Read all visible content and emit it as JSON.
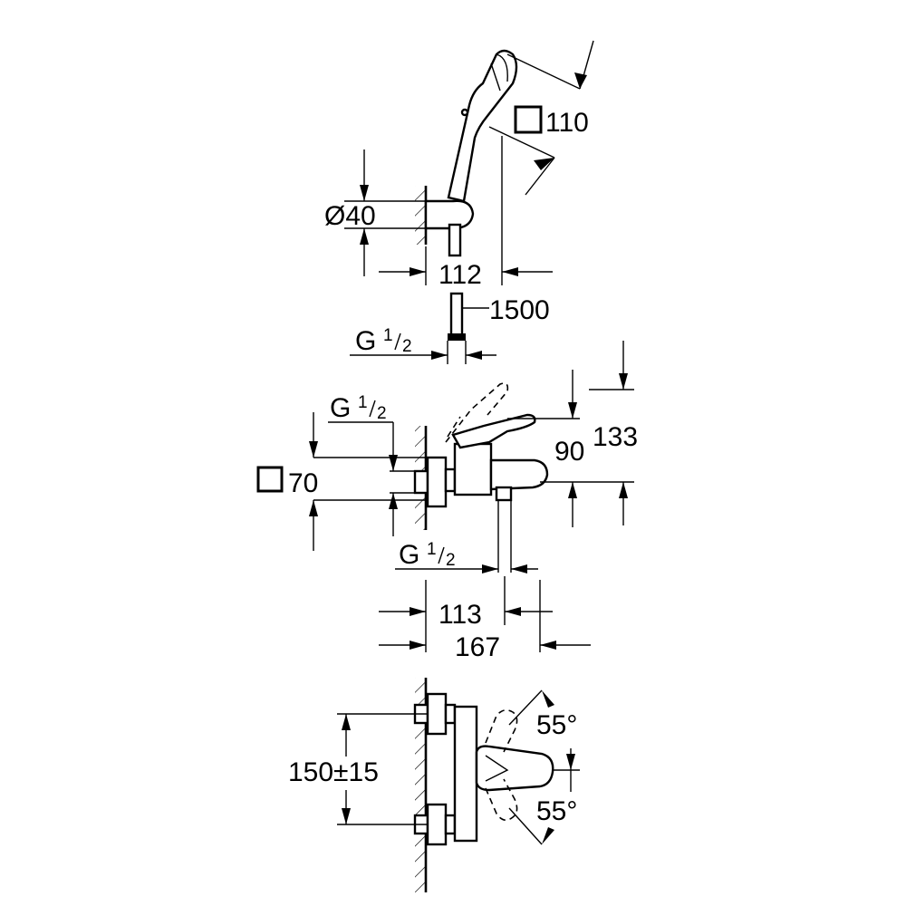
{
  "labels": {
    "square_110": "110",
    "diameter_40": "Ø40",
    "dim_112": "112",
    "hose_1500": "1500",
    "thread_g": "G",
    "thread_num": "1",
    "thread_den": "2",
    "square_70": "70",
    "dim_90": "90",
    "dim_133": "133",
    "dim_113": "113",
    "dim_167": "167",
    "dim_150": "150±15",
    "angle_top": "55°",
    "angle_bottom": "55°"
  }
}
